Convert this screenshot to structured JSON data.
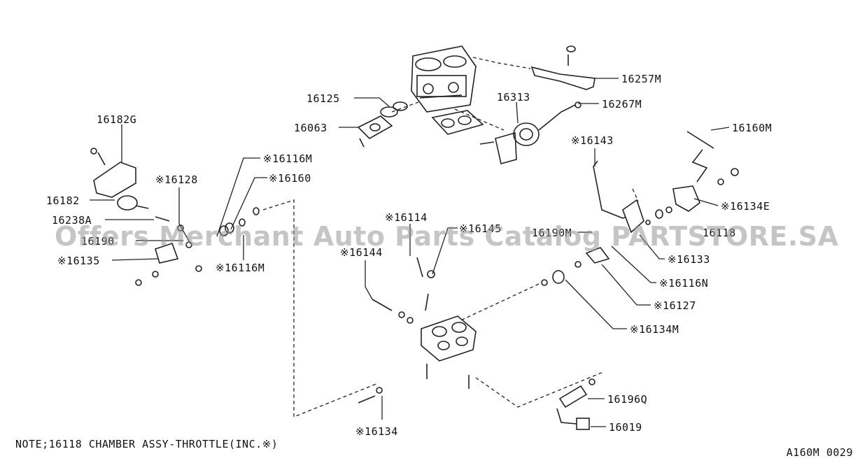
{
  "labels": {
    "l16257M": "16257M",
    "l16125": "16125",
    "l16313": "16313",
    "l16267M": "16267M",
    "l16063": "16063",
    "l16182G": "16182G",
    "l16160M": "16160M",
    "l16143": "※16143",
    "l16116M_a": "※16116M",
    "l16160": "※16160",
    "l16128": "※16128",
    "l16182": "16182",
    "l16238A": "16238A",
    "l16190": "16190",
    "l16135": "※16135",
    "l16116M_b": "※16116M",
    "l16134E": "※16134E",
    "l16114": "※16114",
    "l16145": "※16145",
    "l16190M": "16190M",
    "l16118": "16118",
    "l16144": "※16144",
    "l16133": "※16133",
    "l16116N": "※16116N",
    "l16127": "※16127",
    "l16134M": "※16134M",
    "l16196Q": "16196Q",
    "l16019": "16019",
    "l16134": "※16134"
  },
  "note": "NOTE;16118 CHAMBER ASSY-THROTTLE(INC.※)",
  "figure_code": "A160M 0029",
  "watermark": "Offers Merchant Auto Parts Catalog PARTSTORE.SA"
}
